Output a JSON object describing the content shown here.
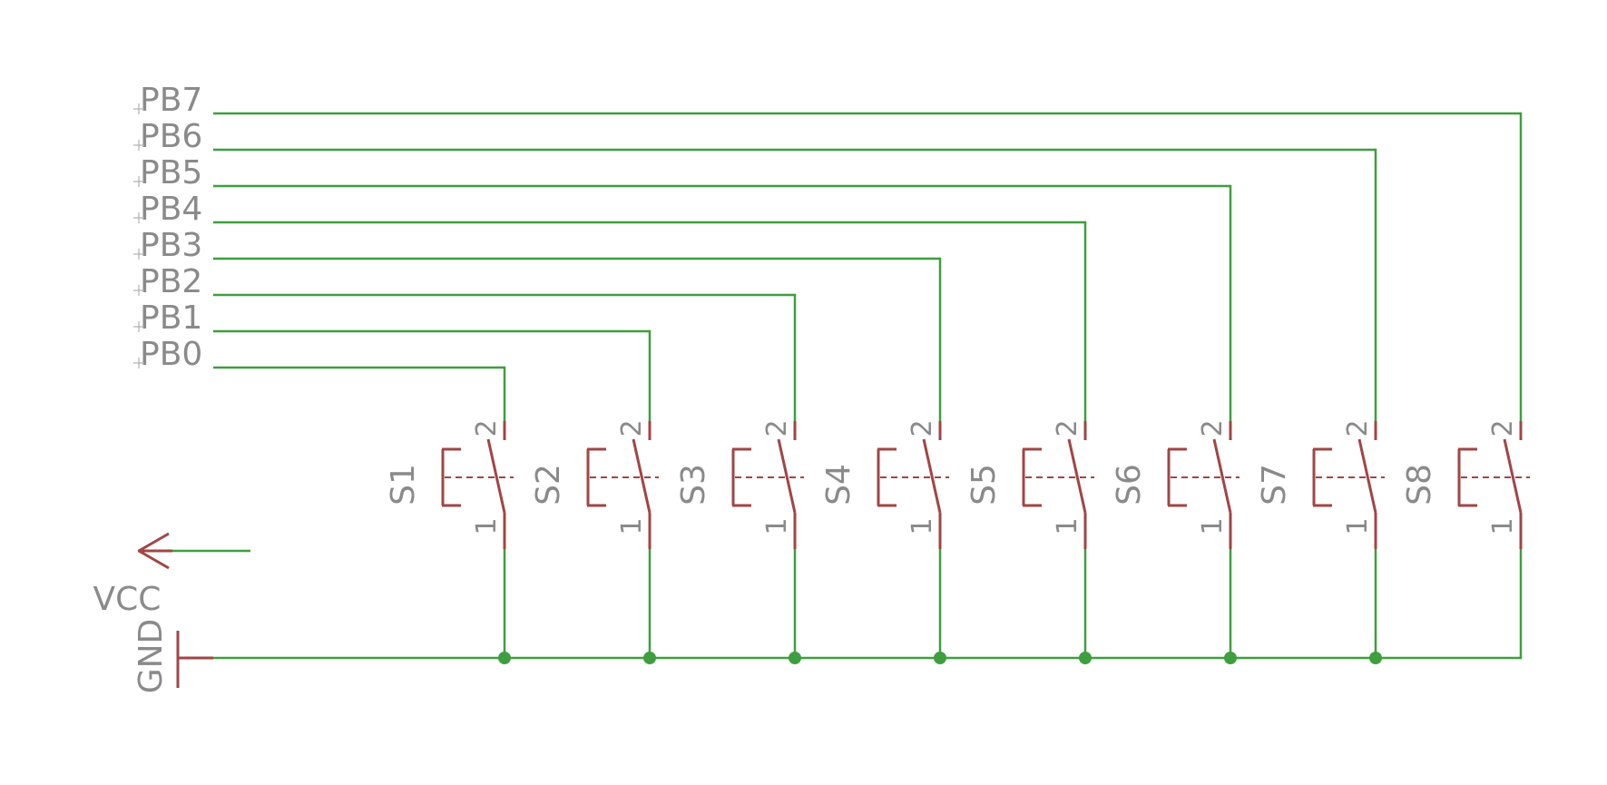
{
  "colors": {
    "wire": "#3f9e3f",
    "component": "#a14545",
    "text": "#8a8a8a",
    "background": "#ffffff"
  },
  "nets": {
    "inputs": [
      "PB7",
      "PB6",
      "PB5",
      "PB4",
      "PB3",
      "PB2",
      "PB1",
      "PB0"
    ],
    "power": "VCC",
    "ground": "GND"
  },
  "switches": [
    {
      "ref": "S1",
      "pin_top": "2",
      "pin_bottom": "1",
      "net": "PB0"
    },
    {
      "ref": "S2",
      "pin_top": "2",
      "pin_bottom": "1",
      "net": "PB1"
    },
    {
      "ref": "S3",
      "pin_top": "2",
      "pin_bottom": "1",
      "net": "PB2"
    },
    {
      "ref": "S4",
      "pin_top": "2",
      "pin_bottom": "1",
      "net": "PB3"
    },
    {
      "ref": "S5",
      "pin_top": "2",
      "pin_bottom": "1",
      "net": "PB4"
    },
    {
      "ref": "S6",
      "pin_top": "2",
      "pin_bottom": "1",
      "net": "PB5"
    },
    {
      "ref": "S7",
      "pin_top": "2",
      "pin_bottom": "1",
      "net": "PB6"
    },
    {
      "ref": "S8",
      "pin_top": "2",
      "pin_bottom": "1",
      "net": "PB7"
    }
  ]
}
